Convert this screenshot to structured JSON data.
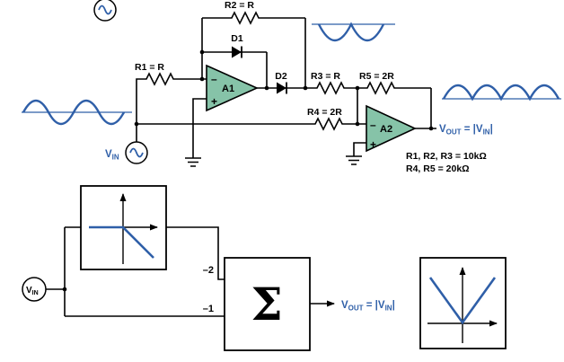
{
  "palette": {
    "wave_blue": "#2f5fa8",
    "opamp_fill": "#86c3a8",
    "wire_black": "#000000",
    "background": "#ffffff"
  },
  "circuit": {
    "r1_label": "R1 = R",
    "r2_label": "R2 = R",
    "r3_label": "R3 = R",
    "r4_label": "R4 = 2R",
    "r5_label": "R5 = 2R",
    "d1_label": "D1",
    "d2_label": "D2",
    "a1_label": "A1",
    "a2_label": "A2",
    "minus": "–",
    "plus": "+",
    "values_line1": "R1, R2, R3 = 10kΩ",
    "values_line2": "R4, R5 = 20kΩ"
  },
  "signals": {
    "v": "V",
    "in_sub": "IN",
    "out_sub": "OUT",
    "abs_open": " = |V",
    "abs_close": "|"
  },
  "blocks": {
    "gain_top": "–2",
    "gain_bottom": "–1",
    "sum_symbol": "Σ"
  }
}
